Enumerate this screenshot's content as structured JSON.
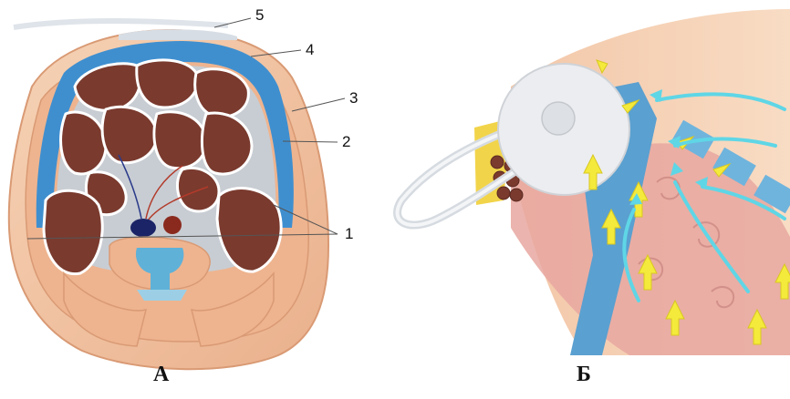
{
  "panels": {
    "a": {
      "caption": "А",
      "callouts": [
        "5",
        "4",
        "3",
        "2",
        "1"
      ]
    },
    "b": {
      "caption": "Б"
    }
  },
  "colors": {
    "skin": "#f2c6a3",
    "muscle": "#e6a07a",
    "fascia_blue": "#3f8fcf",
    "fluid_gray": "#c8cdd3",
    "bowel": "#7a3a2e",
    "bowel_wall": "#ffffff",
    "vertebra_blue": "#5fb1d8",
    "flow_arrow_yellow": "#f4ea3c",
    "flow_arrow_cyan": "#5fd6e6"
  }
}
